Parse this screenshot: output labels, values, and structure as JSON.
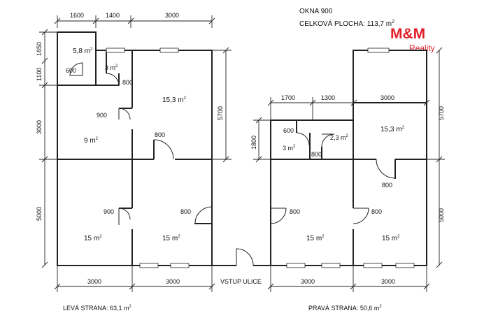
{
  "header": {
    "windows_label": "OKNA  900",
    "total_area_label": "CELKOVÁ PLOCHA: 113,7 m",
    "total_area_sup": "2"
  },
  "logo": {
    "main": "M&M",
    "sub": "Reality",
    "color": "#e3202a"
  },
  "entrance_label": "VSTUP ULICE",
  "left_side": {
    "label": "LEVÁ  STRANA:  63,1 m",
    "sup": "2"
  },
  "right_side": {
    "label": "PRAVÁ  STRANA:  50,6 m",
    "sup": "2"
  },
  "dimensions": {
    "top_left": [
      "1600",
      "1400",
      "3000"
    ],
    "left_vertical": [
      "1650",
      "1100",
      "3000",
      "5000"
    ],
    "left_mid_vertical": "5700",
    "right_top": [
      "1700",
      "1300",
      "3000"
    ],
    "right_inner_vertical": "1800",
    "right_vertical": [
      "5700",
      "5000"
    ],
    "bottom": [
      "3000",
      "3000",
      "3000",
      "3000"
    ]
  },
  "rooms": [
    {
      "id": "l-58",
      "area": "5,8 m",
      "sup": "2"
    },
    {
      "id": "l-3",
      "area": "3 m",
      "sup": "2"
    },
    {
      "id": "l-153",
      "area": "15,3 m",
      "sup": "2"
    },
    {
      "id": "l-9",
      "area": "9 m",
      "sup": "2"
    },
    {
      "id": "l-15a",
      "area": "15 m",
      "sup": "2"
    },
    {
      "id": "l-15b",
      "area": "15 m",
      "sup": "2"
    },
    {
      "id": "r-3",
      "area": "3 m",
      "sup": "2"
    },
    {
      "id": "r-23",
      "area": "2,3 m",
      "sup": "2"
    },
    {
      "id": "r-153",
      "area": "15,3 m",
      "sup": "2"
    },
    {
      "id": "r-15a",
      "area": "15 m",
      "sup": "2"
    },
    {
      "id": "r-15b",
      "area": "15 m",
      "sup": "2"
    }
  ],
  "doors": {
    "l_600": "600",
    "l_800a": "800",
    "l_900a": "900",
    "l_800b": "800",
    "l_900b": "900",
    "l_800c": "800",
    "r_600": "600",
    "r_800a": "800",
    "r_800b": "800",
    "r_800c": "800",
    "r_800d": "800"
  }
}
